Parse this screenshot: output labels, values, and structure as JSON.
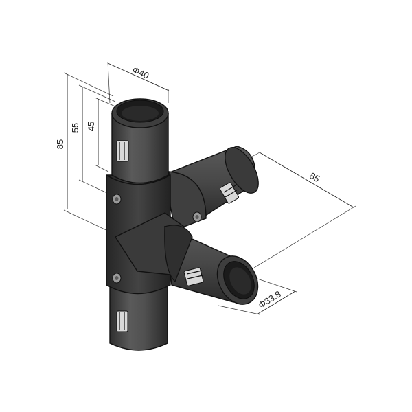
{
  "diagram": {
    "dimensions": {
      "height_overall": "85",
      "height_mid": "55",
      "height_top": "45",
      "diameter_top": "Φ40",
      "branch_length": "85",
      "diameter_end": "Φ33.8"
    },
    "colors": {
      "pipe": "#4a4a4a",
      "pipe_dark": "#2e2e2e",
      "clip": "#d8d8d8",
      "screw": "#9a9a9a",
      "dimension_lines": "#222222"
    }
  }
}
